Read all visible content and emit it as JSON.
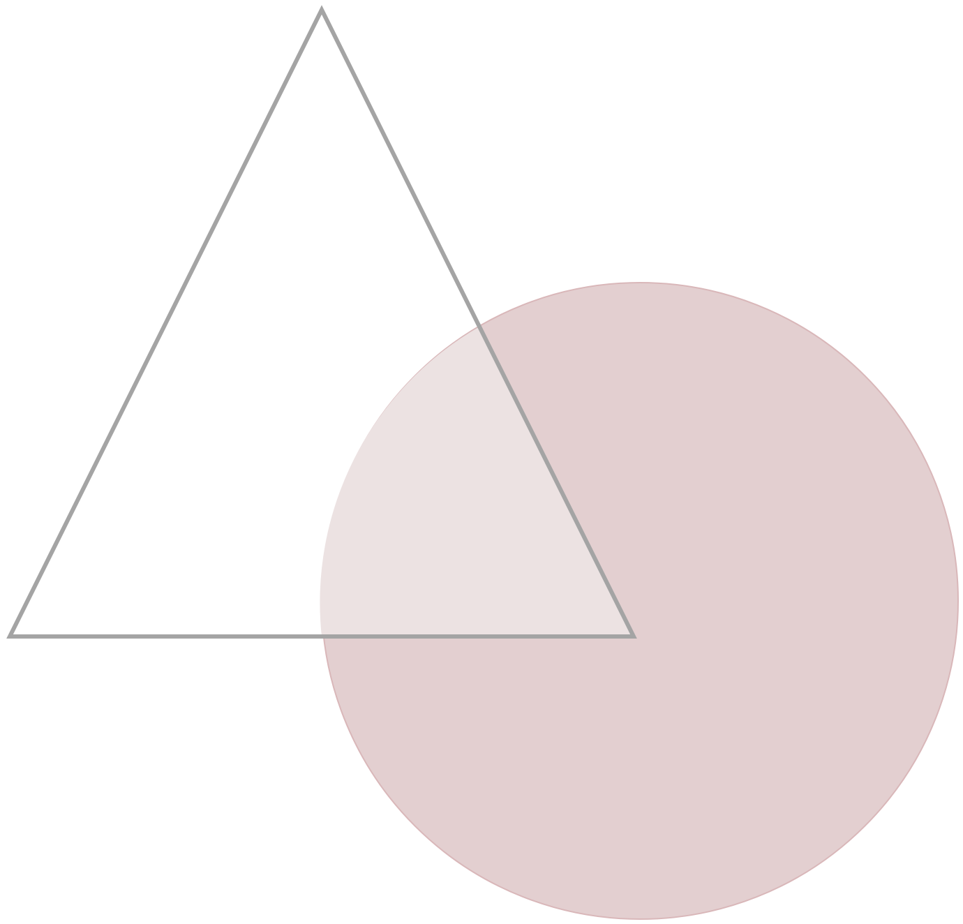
{
  "canvas": {
    "background_color": "#ffffff"
  },
  "shapes": {
    "triangle": {
      "kind": "triangle",
      "style": "outline",
      "fill_color": "none",
      "stroke_color": "#a4a4a4"
    },
    "circle": {
      "kind": "circle",
      "style": "filled",
      "fill_color": "#e3cfd0",
      "stroke_color": "#d9b7b9",
      "overlap_region_color": "#ece2e2"
    }
  }
}
